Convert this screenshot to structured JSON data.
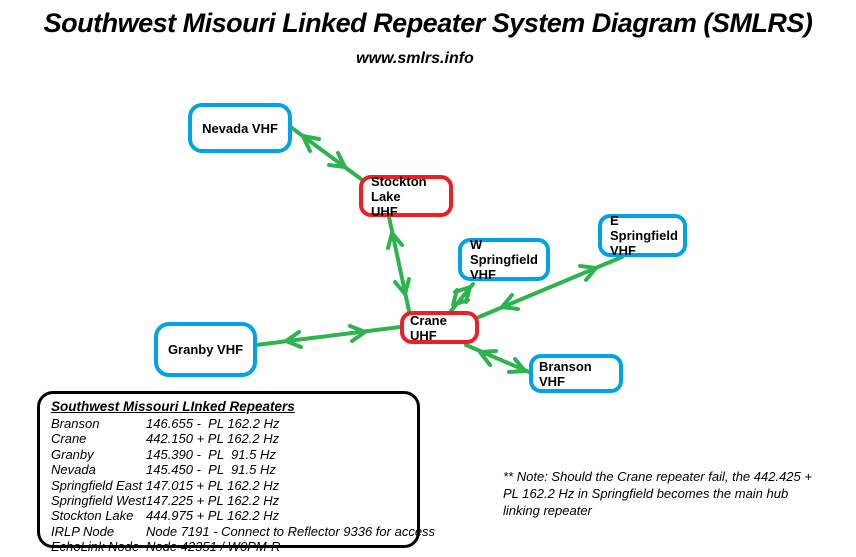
{
  "header": {
    "title": "Southwest Misouri Linked Repeater System Diagram (SMLRS)",
    "subtitle": "www.smlrs.info"
  },
  "nodes": [
    {
      "id": "nevada",
      "label": "Nevada VHF",
      "type": "VHF",
      "border_color": "#00a2e8"
    },
    {
      "id": "stockton-lake",
      "label": "Stockton Lake\nUHF",
      "type": "UHF",
      "border_color": "#ec2024"
    },
    {
      "id": "w-springfield",
      "label": "W Springfield\nVHF",
      "type": "VHF",
      "border_color": "#00a2e8"
    },
    {
      "id": "e-springfield",
      "label": "E Springfield\nVHF",
      "type": "VHF",
      "border_color": "#00a2e8"
    },
    {
      "id": "crane",
      "label": "Crane UHF",
      "type": "UHF",
      "border_color": "#ec2024"
    },
    {
      "id": "granby",
      "label": "Granby VHF",
      "type": "VHF",
      "border_color": "#00a2e8"
    },
    {
      "id": "branson",
      "label": "Branson VHF",
      "type": "VHF",
      "border_color": "#00a2e8"
    }
  ],
  "links": [
    {
      "from": "nevada",
      "to": "stockton-lake",
      "bidirectional": true
    },
    {
      "from": "stockton-lake",
      "to": "crane",
      "bidirectional": true
    },
    {
      "from": "crane",
      "to": "w-springfield",
      "bidirectional": true
    },
    {
      "from": "crane",
      "to": "e-springfield",
      "bidirectional": true
    },
    {
      "from": "granby",
      "to": "crane",
      "bidirectional": true
    },
    {
      "from": "crane",
      "to": "branson",
      "bidirectional": true
    }
  ],
  "legend": {
    "title": "Southwest Missouri LInked Repeaters",
    "rows": [
      {
        "name": "Branson",
        "value": "146.655 -  PL 162.2 Hz"
      },
      {
        "name": "Crane",
        "value": "442.150 + PL 162.2 Hz"
      },
      {
        "name": "Granby",
        "value": "145.390 -  PL  91.5 Hz"
      },
      {
        "name": "Nevada",
        "value": "145.450 -  PL  91.5 Hz"
      },
      {
        "name": "Springfield East",
        "value": "147.015 + PL 162.2 Hz"
      },
      {
        "name": "Springfield West",
        "value": "147.225 + PL 162.2 Hz"
      },
      {
        "name": "Stockton Lake",
        "value": "444.975 + PL 162.2 Hz"
      },
      {
        "name": "IRLP Node",
        "value": "Node 7191 - Connect to Reflector 9336 for access"
      },
      {
        "name": "EchoLink Node",
        "value": "Node 42351 / W0PM-R"
      }
    ]
  },
  "note": {
    "lines": [
      "** Note:  Should the Crane repeater fail, the 442.425 +",
      "PL 162.2 Hz in Springfield becomes the main hub",
      "linking repeater"
    ]
  },
  "colors": {
    "link_green": "#2eb34f",
    "node_blue": "#00a2e8",
    "node_red": "#ec2024",
    "legend_border": "#000000"
  }
}
